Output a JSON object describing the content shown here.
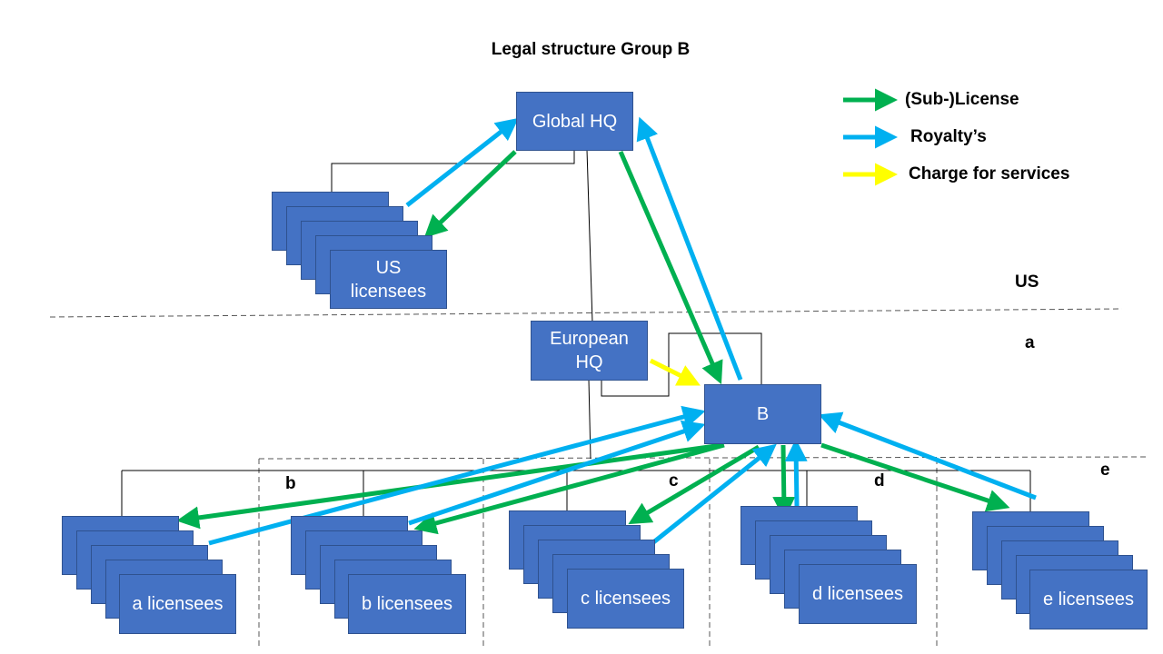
{
  "title": "Legal structure Group B",
  "entities": {
    "global_hq": "Global HQ",
    "european_hq_line1": "European",
    "european_hq_line2": "HQ",
    "b": "B",
    "us_licensees_line1": "US",
    "us_licensees_line2": "licensees",
    "a_licensees": "a licensees",
    "b_licensees": "b licensees",
    "c_licensees": "c licensees",
    "d_licensees": "d licensees",
    "e_licensees": "e licensees"
  },
  "regions": {
    "us": "US",
    "a": "a",
    "b": "b",
    "c": "c",
    "d": "d",
    "e": "e"
  },
  "legend": [
    {
      "label": "(Sub-)License",
      "color": "#00B050"
    },
    {
      "label": "Royalty’s",
      "color": "#00B0F0"
    },
    {
      "label": "Charge for services",
      "color": "#FFFF00"
    }
  ],
  "colors": {
    "box_fill": "#4472C4",
    "box_border": "#2F528F",
    "license": "#00B050",
    "royalty": "#00B050",
    "royalty_arrow": "#00B0F0",
    "charge": "#FFFF00"
  }
}
